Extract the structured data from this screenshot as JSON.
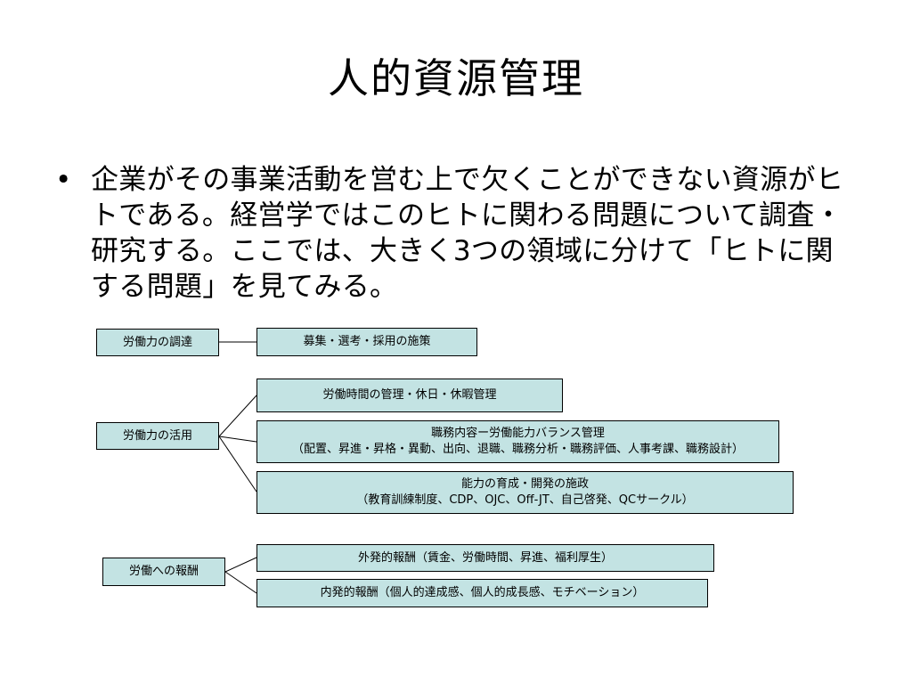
{
  "slide": {
    "title": "人的資源管理",
    "bullet": "企業がその事業活動を営む上で欠くことができない資源がヒトである。経営学ではこのヒトに関わる問題について調査・研究する。ここでは、大きく3つの領域に分けて「ヒトに関する問題」を見てみる。"
  },
  "diagram": {
    "categories": [
      {
        "label": "労働力の調達",
        "items": [
          {
            "line1": "募集・選考・採用の施策",
            "line2": ""
          }
        ]
      },
      {
        "label": "労働力の活用",
        "items": [
          {
            "line1": "労働時間の管理・休日・休暇管理",
            "line2": ""
          },
          {
            "line1": "職務内容ー労働能力バランス管理",
            "line2": "（配置、昇進・昇格・異動、出向、退職、職務分析・職務評価、人事考課、職務設計）"
          },
          {
            "line1": "能力の育成・開発の施政",
            "line2": "（教育訓練制度、CDP、OJC、Off-JT、自己啓発、QCサークル）"
          }
        ]
      },
      {
        "label": "労働への報酬",
        "items": [
          {
            "line1": "外発的報酬（賃金、労働時間、昇進、福利厚生）",
            "line2": ""
          },
          {
            "line1": "内発的報酬（個人的達成感、個人的成長感、モチベーション）",
            "line2": ""
          }
        ]
      }
    ]
  }
}
